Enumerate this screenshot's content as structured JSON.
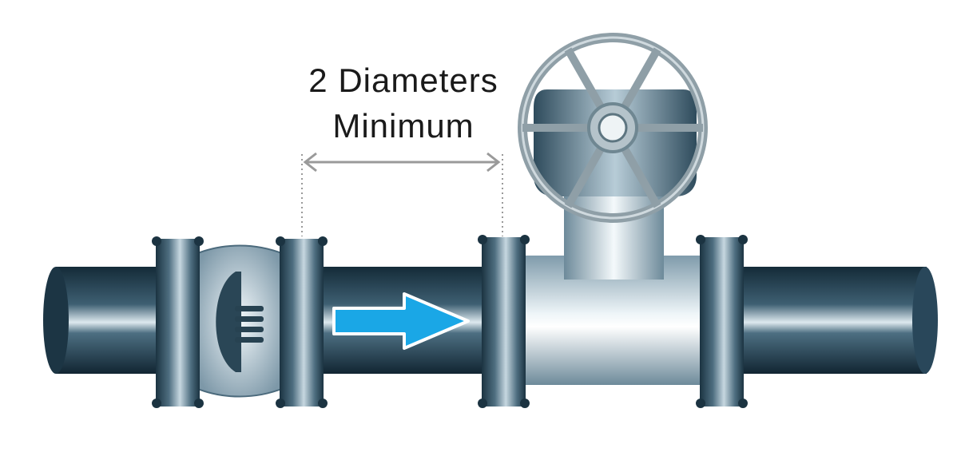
{
  "annotation": {
    "line1": "2 Diameters",
    "line2": "Minimum"
  },
  "colors": {
    "pipe_dark": "#1f3a4a",
    "pipe_mid": "#5b7a8c",
    "pipe_light": "#d7e6ee",
    "flange_dark": "#24404f",
    "valve_body": "#b9cdd8",
    "handwheel": "#8f9fa7",
    "arrow_fill": "#1aa7e6",
    "arrow_outline": "#ffffff",
    "dimension_line": "#9a9a9a"
  },
  "icons": {
    "flow_arrow": "flow-direction-arrow",
    "check_valve": "spring-check-valve",
    "gate_valve": "handwheel-gate-valve"
  }
}
